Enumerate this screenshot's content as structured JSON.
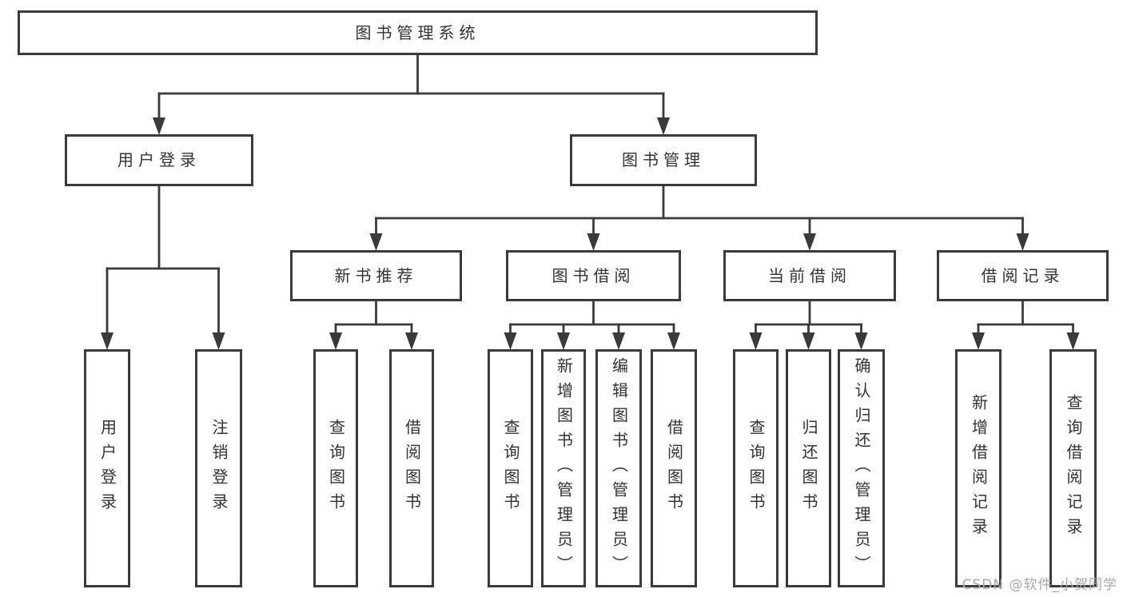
{
  "page": {
    "background": "#ffffff",
    "line_color": "#3a3a3a",
    "box_border_color": "#3a3a3a",
    "text_color": "#333333"
  },
  "watermark": {
    "text": "CSDN @软件_小贺同学",
    "color": "#a8a8a8"
  },
  "diagram": {
    "type": "hierarchy-flowchart",
    "title": "图书管理系统",
    "nodes": [
      {
        "id": "root",
        "label": "图书管理系统",
        "parent": null,
        "orientation": "horizontal"
      },
      {
        "id": "user-login-group",
        "label": "用户登录",
        "parent": "root",
        "orientation": "horizontal"
      },
      {
        "id": "book-mgmt",
        "label": "图书管理",
        "parent": "root",
        "orientation": "horizontal"
      },
      {
        "id": "leaf-user-login",
        "label": "用户登录",
        "parent": "user-login-group",
        "orientation": "vertical"
      },
      {
        "id": "leaf-logout",
        "label": "注销登录",
        "parent": "user-login-group",
        "orientation": "vertical"
      },
      {
        "id": "new-book-rec",
        "label": "新书推荐",
        "parent": "book-mgmt",
        "orientation": "horizontal"
      },
      {
        "id": "book-borrow",
        "label": "图书借阅",
        "parent": "book-mgmt",
        "orientation": "horizontal"
      },
      {
        "id": "current-borrow",
        "label": "当前借阅",
        "parent": "book-mgmt",
        "orientation": "horizontal"
      },
      {
        "id": "borrow-records",
        "label": "借阅记录",
        "parent": "book-mgmt",
        "orientation": "horizontal"
      },
      {
        "id": "leaf-nb-query",
        "label": "查询图书",
        "parent": "new-book-rec",
        "orientation": "vertical"
      },
      {
        "id": "leaf-nb-borrow",
        "label": "借阅图书",
        "parent": "new-book-rec",
        "orientation": "vertical"
      },
      {
        "id": "leaf-bb-query",
        "label": "查询图书",
        "parent": "book-borrow",
        "orientation": "vertical"
      },
      {
        "id": "leaf-bb-add",
        "label": "新增图书（管理员）",
        "parent": "book-borrow",
        "orientation": "vertical"
      },
      {
        "id": "leaf-bb-edit",
        "label": "编辑图书（管理员）",
        "parent": "book-borrow",
        "orientation": "vertical"
      },
      {
        "id": "leaf-bb-borrow",
        "label": "借阅图书",
        "parent": "book-borrow",
        "orientation": "vertical"
      },
      {
        "id": "leaf-cb-query",
        "label": "查询图书",
        "parent": "current-borrow",
        "orientation": "vertical"
      },
      {
        "id": "leaf-cb-return",
        "label": "归还图书",
        "parent": "current-borrow",
        "orientation": "vertical"
      },
      {
        "id": "leaf-cb-confirm",
        "label": "确认归还（管理员）",
        "parent": "current-borrow",
        "orientation": "vertical"
      },
      {
        "id": "leaf-br-add",
        "label": "新增借阅记录",
        "parent": "borrow-records",
        "orientation": "vertical"
      },
      {
        "id": "leaf-br-query",
        "label": "查询借阅记录",
        "parent": "borrow-records",
        "orientation": "vertical"
      }
    ]
  }
}
